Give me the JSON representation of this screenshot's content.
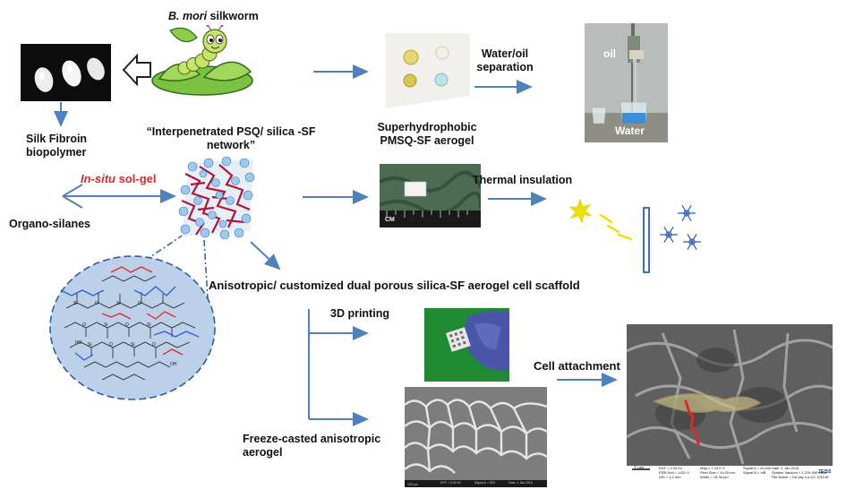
{
  "title_silkworm": {
    "italic": "B. mori",
    "rest": " silkworm"
  },
  "label_silk_fibroin": "Silk Fibroin\nbiopolymer",
  "label_organo_silanes": "Organo-silanes",
  "label_insitu": {
    "italic": "In-situ",
    "rest": " sol-gel"
  },
  "label_network": "“Interpenetrated PSQ/ silica -SF\nnetwork”",
  "label_superhydrophobic": "Superhydrophobic\nPMSQ-SF aerogel",
  "label_water_oil": "Water/oil\nseparation",
  "label_oil": "oil",
  "label_water": "Water",
  "label_thermal": "Thermal insulation",
  "label_scaffold": "Anisotropic/ customized dual porous silica-SF aerogel cell scaffold",
  "label_3d_printing": "3D printing",
  "label_freeze_cast": "Freeze-casted anisotropic\naerogel",
  "label_cell_attachment": "Cell attachment",
  "sem_info": {
    "scale": "1 μm",
    "col1": "EHT = 2.00 kV\nESB Grid = 1421 V\nWD = 1.2 mm",
    "col2": "Mag = 7.43 K X\nPixel Size = 15.05 nm\nWidth = 15.38 μm",
    "col3": "Signal A = InLens\nSignal B = InB",
    "col4": "Date :1 Jan 2016\nSystem Vacuum = 1.37e-006 mbar\nFile Name = 1st day s-s-UV 1010.tif",
    "logo": "ZEISS"
  },
  "ruler_label": "CM",
  "colors": {
    "arrow": "#4f81bd",
    "dash_circle": "#2e5d9c",
    "circle_fill": "#bcd0ea",
    "red_text": "#e0262b",
    "snow": "#2d5cb5",
    "sun": "#f2dd00",
    "water_blue": "#3b8fd6"
  }
}
